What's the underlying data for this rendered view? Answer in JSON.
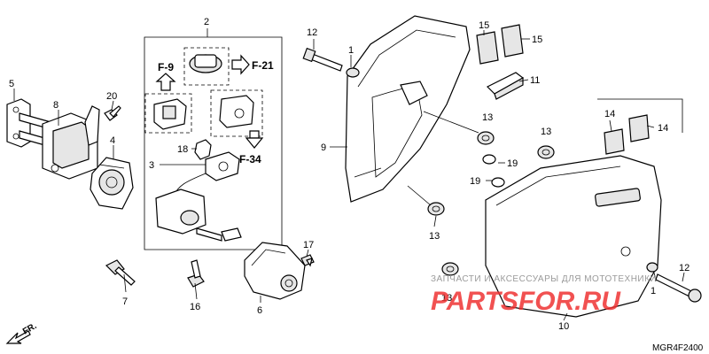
{
  "diagram": {
    "callouts": {
      "p1a": "1",
      "p1b": "1",
      "p2": "2",
      "p3": "3",
      "p4": "4",
      "p5": "5",
      "p6": "6",
      "p7": "7",
      "p8": "8",
      "p9": "9",
      "p10": "10",
      "p11": "11",
      "p12a": "12",
      "p12b": "12",
      "p13a": "13",
      "p13b": "13",
      "p13c": "13",
      "p13d": "13",
      "p14a": "14",
      "p14b": "14",
      "p15a": "15",
      "p15b": "15",
      "p16": "16",
      "p17": "17",
      "p18": "18",
      "p19a": "19",
      "p19b": "19",
      "p20": "20"
    },
    "refs": {
      "f9": "F-9",
      "f21": "F-21",
      "f34": "F-34"
    },
    "direction": "FR.",
    "diagram_code": "MGR4F2400"
  },
  "watermark": {
    "caption": "ЗАПЧАСТИ И АКСЕССУАРЫ ДЛЯ МОТОТЕХНИКИ",
    "brand": "PARTSFOR.RU"
  }
}
